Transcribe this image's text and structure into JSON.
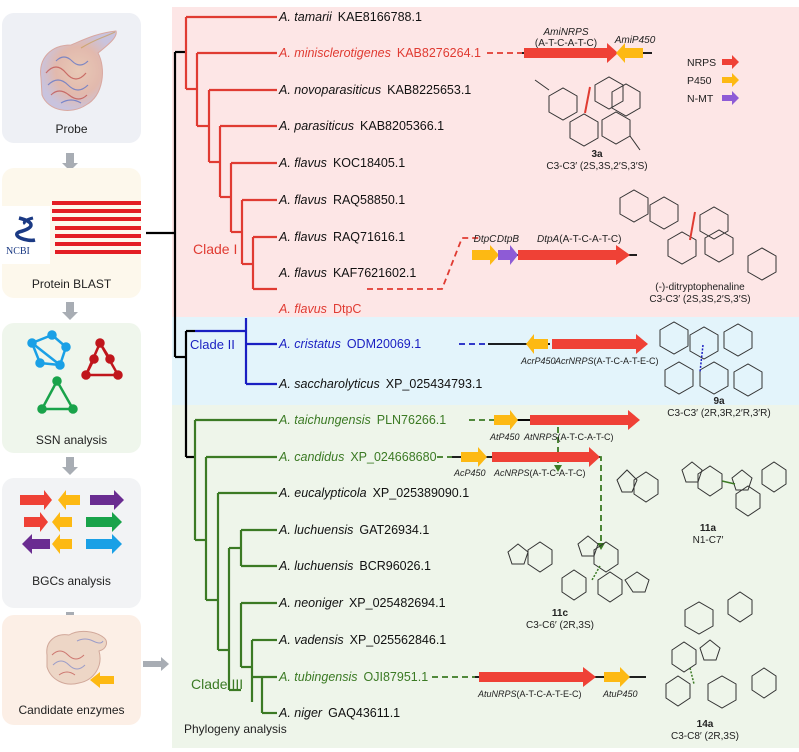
{
  "workflow": {
    "steps": [
      {
        "label": "Probe",
        "icon": "protein-structure"
      },
      {
        "label": "Protein BLAST",
        "icon": "ncbi-logo",
        "logo_text": "NCBI"
      },
      {
        "label": "SSN analysis",
        "icon": "network-graph"
      },
      {
        "label": "BGCs analysis",
        "icon": "gene-arrows"
      },
      {
        "label": "Candidate enzymes",
        "icon": "protein-structure"
      }
    ]
  },
  "phylogeny": {
    "title": "Phylogeny analysis",
    "clades": [
      {
        "label": "Clade I",
        "color": "#e03b32",
        "background": "#fde6e6"
      },
      {
        "label": "Clade II",
        "color": "#1a1fc2",
        "background": "#e3f4fb"
      },
      {
        "label": "Clade III",
        "color": "#3b7a24",
        "background": "#eef5ea"
      }
    ],
    "taxa": [
      {
        "species": "A. tamarii",
        "accession": "KAE8166788.1",
        "highlight": false,
        "clade": 0
      },
      {
        "species": "A. minisclerotigenes",
        "accession": "KAB8276264.1",
        "highlight": true,
        "clade": 0
      },
      {
        "species": "A. novoparasiticus",
        "accession": "KAB8225653.1",
        "highlight": false,
        "clade": 0
      },
      {
        "species": "A. parasiticus",
        "accession": "KAB8205366.1",
        "highlight": false,
        "clade": 0
      },
      {
        "species": "A. flavus",
        "accession": "KOC18405.1",
        "highlight": false,
        "clade": 0
      },
      {
        "species": "A. flavus",
        "accession": "RAQ58850.1",
        "highlight": false,
        "clade": 0
      },
      {
        "species": "A. flavus",
        "accession": "RAQ71616.1",
        "highlight": false,
        "clade": 0
      },
      {
        "species": "A. flavus",
        "accession": "KAF7621602.1",
        "highlight": false,
        "clade": 0
      },
      {
        "species": "A. flavus",
        "accession": "DtpC",
        "highlight": true,
        "clade": 0
      },
      {
        "species": "A. cristatus",
        "accession": "ODM20069.1",
        "highlight": true,
        "clade": 1
      },
      {
        "species": "A. saccharolyticus",
        "accession": "XP_025434793.1",
        "highlight": false,
        "clade": 1
      },
      {
        "species": "A. taichungensis",
        "accession": "PLN76266.1",
        "highlight": true,
        "clade": 2
      },
      {
        "species": "A. candidus",
        "accession": "XP_024668680",
        "highlight": true,
        "clade": 2
      },
      {
        "species": "A. eucalypticola",
        "accession": "XP_025389090.1",
        "highlight": false,
        "clade": 2
      },
      {
        "species": "A. luchuensis",
        "accession": "GAT26934.1",
        "highlight": false,
        "clade": 2
      },
      {
        "species": "A. luchuensis",
        "accession": "BCR96026.1",
        "highlight": false,
        "clade": 2
      },
      {
        "species": "A. neoniger",
        "accession": "XP_025482694.1",
        "highlight": false,
        "clade": 2
      },
      {
        "species": "A. vadensis",
        "accession": "XP_025562846.1",
        "highlight": false,
        "clade": 2
      },
      {
        "species": "A. tubingensis",
        "accession": "OJI87951.1",
        "highlight": true,
        "clade": 2
      },
      {
        "species": "A. niger",
        "accession": "GAQ43611.1",
        "highlight": false,
        "clade": 2
      }
    ]
  },
  "legend": {
    "items": [
      {
        "label": "NRPS",
        "color": "#ef4136"
      },
      {
        "label": "P450",
        "color": "#fdb913"
      },
      {
        "label": "N-MT",
        "color": "#8e5bd6"
      }
    ]
  },
  "clusters": {
    "ami": {
      "nrps": "AmiNRPS",
      "nrps_domains": "(A-T-C-A-T-C)",
      "p450": "AmiP450"
    },
    "dtp": {
      "c": "DtpC",
      "b": "DtpB",
      "a": "DtpA",
      "a_domains": "(A-T-C-A-T-C)"
    },
    "acr": {
      "p450": "AcrP450",
      "nrps": "AcrNRPS",
      "nrps_domains": "(A-T-C-A-T-E-C)"
    },
    "at": {
      "p450": "AtP450",
      "nrps": "AtNRPS",
      "nrps_domains": "(A-T-C-A-T-C)"
    },
    "ac": {
      "p450": "AcP450",
      "nrps": "AcNRPS",
      "nrps_domains": "(A-T-C-A-T-C)"
    },
    "atu": {
      "nrps": "AtuNRPS",
      "nrps_domains": "(A-T-C-A-T-E-C)",
      "p450": "AtuP450"
    }
  },
  "compounds": [
    {
      "id": "3a",
      "linkage": "C3-C3′ (2S,3S,2′S,3′S)",
      "color": "#e03b32"
    },
    {
      "id": "(-)-ditryptophenaline",
      "linkage": "C3-C3′ (2S,3S,2′S,3′S)",
      "color": "#e03b32"
    },
    {
      "id": "9a",
      "linkage": "C3-C3′ (2R,3R,2′R,3′R)",
      "color": "#1a1fc2"
    },
    {
      "id": "11a",
      "linkage": "N1-C7′",
      "color": "#3b7a24"
    },
    {
      "id": "11c",
      "linkage": "C3-C6′ (2R,3S)",
      "color": "#3b7a24"
    },
    {
      "id": "14a",
      "linkage": "C3-C8′ (2R,3S)",
      "color": "#3b7a24"
    }
  ]
}
